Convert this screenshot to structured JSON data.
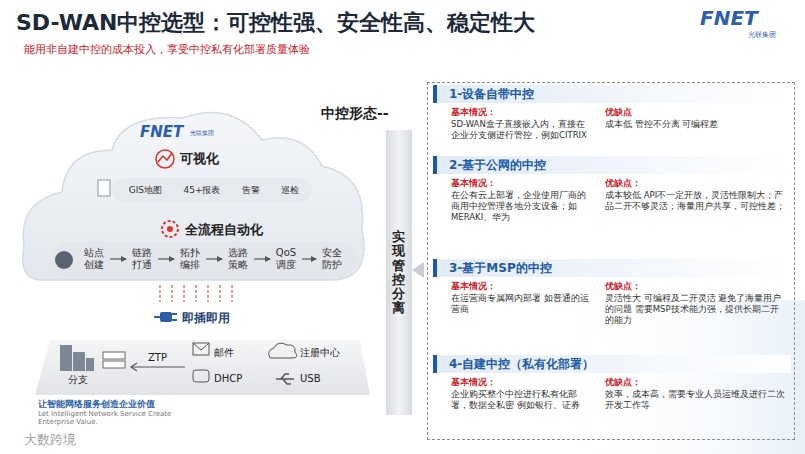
{
  "diagram": {
    "title": "SD-WAN中控选型：可控性强、安全性高、稳定性大",
    "caption": "能用非自建中控的成本投入，享受中控私有化部署质量体验",
    "nodes": [
      {
        "text": [
          "FNET",
          "光联集团"
        ]
      },
      {
        "text": [
          "可视化"
        ],
        "in": 0
      },
      {
        "text": [
          "GIS地图",
          "45+报表",
          "告警",
          "巡检"
        ],
        "in": 0
      },
      {
        "text": [
          "全流程自动化"
        ],
        "in": 0
      },
      {
        "text": [
          "站点创建"
        ],
        "in": 3
      },
      {
        "text": [
          "链路打通"
        ],
        "in": 3
      },
      {
        "text": [
          "拓扑编排"
        ],
        "in": 3
      },
      {
        "text": [
          "选路策略"
        ],
        "in": 3
      },
      {
        "text": [
          "QoS调度"
        ],
        "in": 3
      },
      {
        "text": [
          "安全防护"
        ],
        "in": 3
      },
      {
        "text": [
          "即插即用"
        ]
      },
      {
        "text": [
          "实现管控分离"
        ]
      },
      {
        "text": [
          "中控形态--"
        ]
      },
      {
        "text": [
          "1-设备自带中控",
          "基本情况：",
          "SD-WAN盒子直接嵌入内，直接在企业分支侧进行管控，例如CITRIX",
          "优缺点",
          "成本低 管控不分离 可编程差"
        ],
        "in": 12
      },
      {
        "text": [
          "2-基于公网的中控",
          "基本情况：",
          "在公有云上部署，企业使用厂商的商用中控管理各地分支设备；如MERAKI、华为",
          "优缺点：",
          "成本较低 API不一定开放，灵活性限制大；产品二开不够灵活；海量用户共享，可控性差；"
        ],
        "in": 12
      },
      {
        "text": [
          "3-基于MSP的中控",
          "基本情况：",
          "在运营商专属网内部署 如普通的运营商",
          "优缺点：",
          "灵活性大 可编程及二开灵活 避免了海量用户的问题 需要MSP技术能力强，提供长期二开的能力"
        ],
        "in": 12
      },
      {
        "text": [
          "4-自建中控（私有化部署）",
          "基本情况：",
          "企业购买整个中控进行私有化部署，数据全私密 例如银行、证券",
          "优缺点：",
          "效率，成本高，需要专业人员运维及进行二次开发工作等"
        ],
        "in": 12
      }
    ],
    "edges": [
      {
        "from": 4,
        "to": 5,
        "arrow": "to"
      },
      {
        "from": 5,
        "to": 6,
        "arrow": "to"
      },
      {
        "from": 6,
        "to": 7,
        "arrow": "to"
      },
      {
        "from": 7,
        "to": 8,
        "arrow": "to"
      },
      {
        "from": 8,
        "to": 9,
        "arrow": "to"
      }
    ],
    "labels": [
      "FNET",
      "光联集团",
      "分支",
      "ZTP",
      "邮件",
      "DHCP",
      "注册中心",
      "USB",
      "让智能网络服务创造企业价值",
      "Let Intelligent Network Service Create Enterprise Value.",
      "大数跨境"
    ]
  }
}
